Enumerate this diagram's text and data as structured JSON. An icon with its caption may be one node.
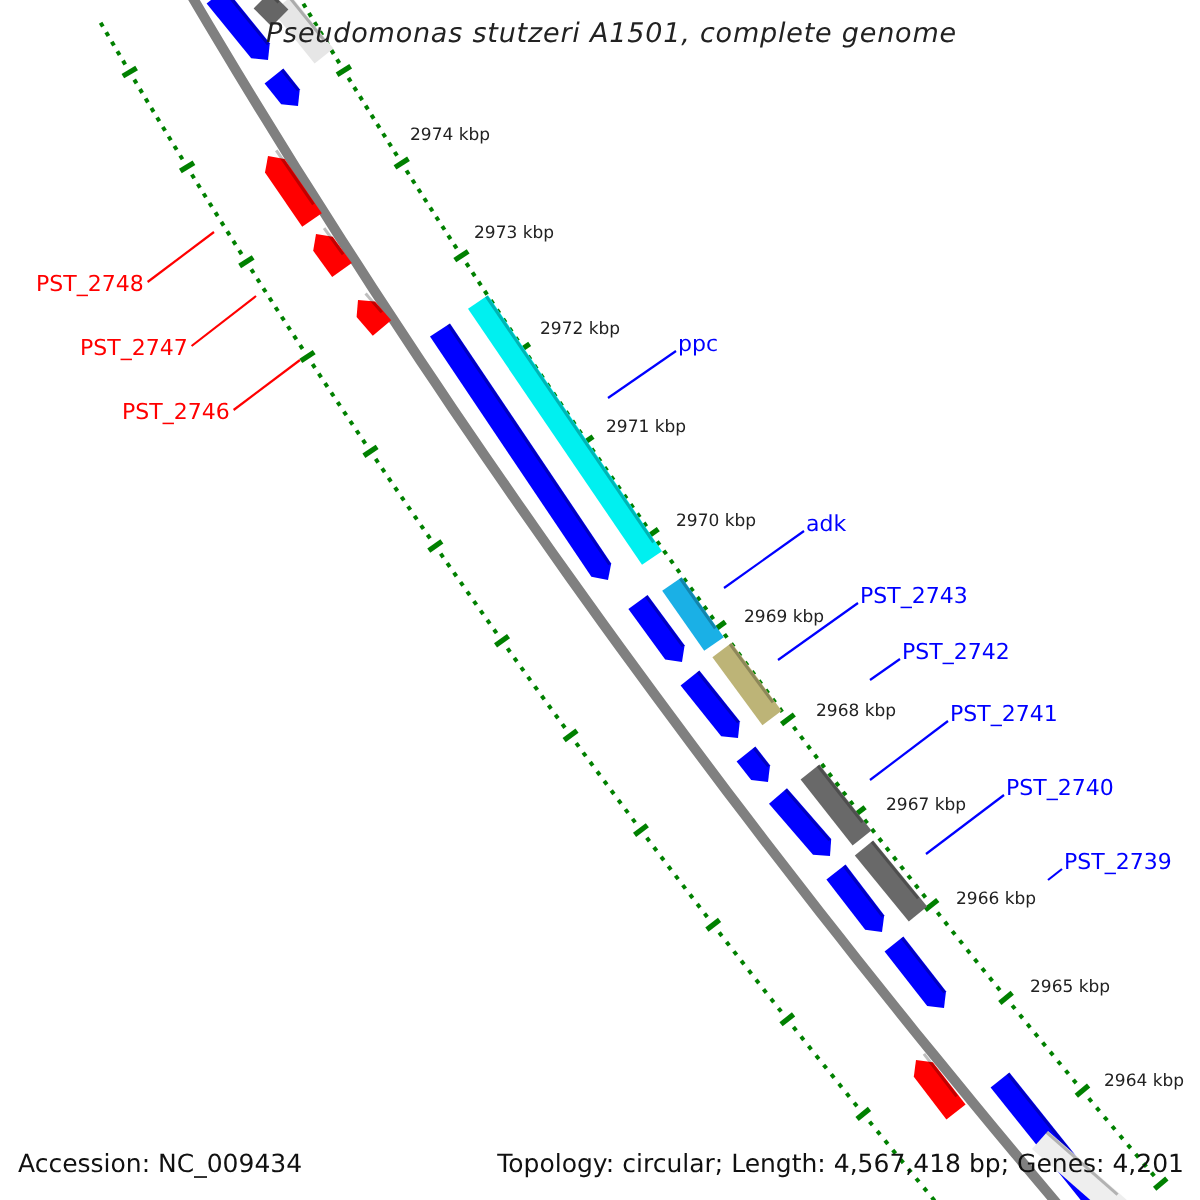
{
  "diagram": {
    "title": "Pseudomonas stutzeri A1501, complete genome",
    "nodes": [
      {
        "text": [
          "PST_2748"
        ]
      },
      {
        "text": [
          "PST_2747"
        ]
      },
      {
        "text": [
          "PST_2746"
        ]
      },
      {
        "text": [
          "ppc"
        ]
      },
      {
        "text": [
          "adk"
        ]
      },
      {
        "text": [
          "PST_2743"
        ]
      },
      {
        "text": [
          "PST_2742"
        ]
      },
      {
        "text": [
          "PST_2741"
        ]
      },
      {
        "text": [
          "PST_2740"
        ]
      },
      {
        "text": [
          "PST_2739"
        ]
      }
    ],
    "edges": [
      {
        "from": 0,
        "to": null,
        "arrow": "none",
        "color": "#ff0000"
      },
      {
        "from": 1,
        "to": null,
        "arrow": "none",
        "color": "#ff0000"
      },
      {
        "from": 2,
        "to": null,
        "arrow": "none",
        "color": "#ff0000"
      },
      {
        "from": 3,
        "to": null,
        "arrow": "none"
      },
      {
        "from": 4,
        "to": null,
        "arrow": "none"
      },
      {
        "from": 5,
        "to": null,
        "arrow": "none"
      },
      {
        "from": 6,
        "to": null,
        "arrow": "none"
      },
      {
        "from": 7,
        "to": null,
        "arrow": "none"
      },
      {
        "from": 8,
        "to": null,
        "arrow": "none"
      },
      {
        "from": 9,
        "to": null,
        "arrow": "none"
      }
    ],
    "labels": [
      "2974 kbp",
      "2973 kbp",
      "2972 kbp",
      "2971 kbp",
      "2970 kbp",
      "2969 kbp",
      "2968 kbp",
      "2967 kbp",
      "2966 kbp",
      "2965 kbp",
      "2964 kbp",
      "Accession: NC_009434",
      "Topology: circular; Length: 4,567,418 bp; Genes: 4,201"
    ]
  }
}
